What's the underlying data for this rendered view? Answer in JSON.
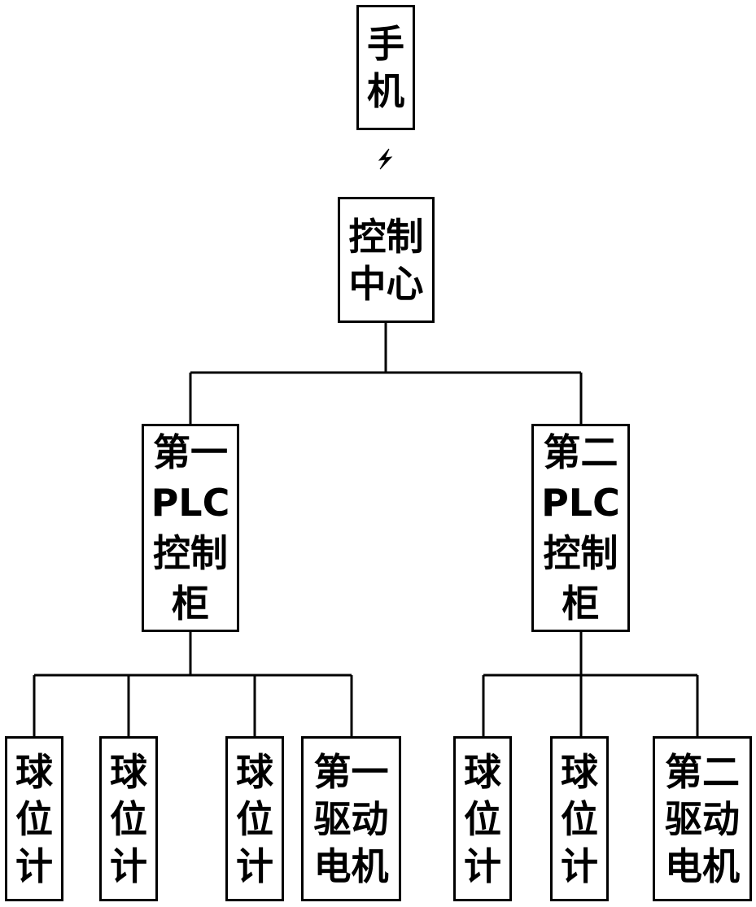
{
  "nodes": {
    "phone": "手\n机",
    "control_center": "控制\n中心",
    "plc1": "第一\nPLC\n控制\n柜",
    "plc2": "第二\nPLC\n控制\n柜",
    "sensor1": "球\n位\n计",
    "sensor2": "球\n位\n计",
    "sensor3": "球\n位\n计",
    "motor1": "第一\n驱动\n电机",
    "sensor4": "球\n位\n计",
    "sensor5": "球\n位\n计",
    "motor2": "第二\n驱动\n电机"
  },
  "wireless_link_icon": "lightning-bolt"
}
